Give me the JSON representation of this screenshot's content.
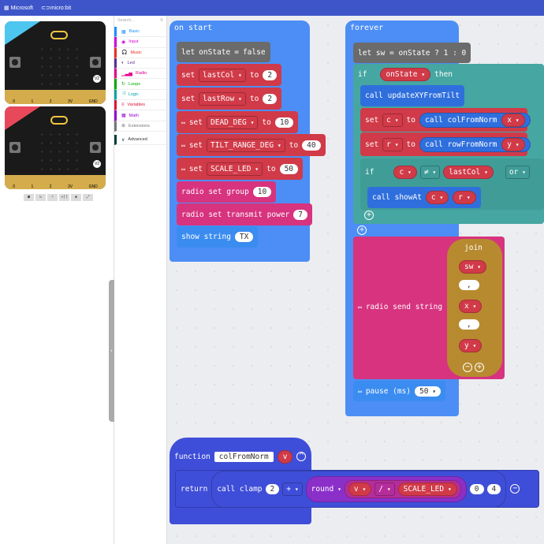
{
  "header": {
    "brand": "Microsoft",
    "product": "micro:bit"
  },
  "simulator": {
    "pins": [
      "0",
      "1",
      "2",
      "3V",
      "GND"
    ],
    "badge": "V2",
    "controls": [
      "■",
      "↻",
      "☼",
      "◂))",
      "◉",
      "⤢"
    ]
  },
  "toolbox": {
    "search_placeholder": "Search...",
    "categories": [
      {
        "label": "Basic",
        "color": "#1e90ff",
        "icon": "▦"
      },
      {
        "label": "Input",
        "color": "#d400d4",
        "icon": "◉"
      },
      {
        "label": "Music",
        "color": "#e63022",
        "icon": "🎧"
      },
      {
        "label": "Led",
        "color": "#5c2d91",
        "icon": "◐"
      },
      {
        "label": "Radio",
        "color": "#e3008c",
        "icon": "▁▃▅"
      },
      {
        "label": "Loops",
        "color": "#00aa00",
        "icon": "↻"
      },
      {
        "label": "Logic",
        "color": "#00a4a6",
        "icon": "⤨"
      },
      {
        "label": "Variables",
        "color": "#dc143c",
        "icon": "≡"
      },
      {
        "label": "Math",
        "color": "#9400d3",
        "icon": "▦"
      },
      {
        "label": "Extensions",
        "color": "#777777",
        "icon": "⊕"
      },
      {
        "label": "Advanced",
        "color": "#0b3d3d",
        "icon": "∨"
      }
    ]
  },
  "on_start": {
    "title": "on start",
    "let": {
      "kw": "let",
      "name": "onState",
      "eq": "=",
      "val": "false"
    },
    "sets": [
      {
        "var": "lastCol",
        "val": "2"
      },
      {
        "var": "lastRow",
        "val": "2"
      },
      {
        "var": "DEAD_DEG",
        "val": "10"
      },
      {
        "var": "TILT_RANGE_DEG",
        "val": "40"
      },
      {
        "var": "SCALE_LED",
        "val": "50"
      }
    ],
    "set_kw": "set",
    "to_kw": "to",
    "radio_group": {
      "label": "radio set group",
      "val": "10"
    },
    "radio_power": {
      "label": "radio set transmit power",
      "val": "7"
    },
    "show": {
      "label": "show string",
      "val": "TX"
    }
  },
  "forever": {
    "title": "forever",
    "let": "let sw = onState ? 1 : 0",
    "if_kw": "if",
    "then_kw": "then",
    "cond": "onState",
    "call1": "call updateXYFromTilt",
    "set_c": {
      "var": "c",
      "fn": "call colFromNorm",
      "arg": "x"
    },
    "set_r": {
      "var": "r",
      "fn": "call rowFromNorm",
      "arg": "y"
    },
    "if2": {
      "a": "c",
      "op": "≠",
      "b": "lastCol",
      "or": "or"
    },
    "show_at": {
      "label": "call showAt",
      "a": "c",
      "b": "r"
    },
    "radio_send": "radio send string",
    "join": "join",
    "join_items": [
      "sw",
      ",",
      "x",
      ",",
      "y"
    ],
    "pause": {
      "label": "pause (ms)",
      "val": "50"
    }
  },
  "function": {
    "kw": "function",
    "name": "colFromNorm",
    "param": "v",
    "return_kw": "return",
    "call": "call clamp",
    "a": "2",
    "op1": "+",
    "round": "round",
    "v": "v",
    "op2": "/",
    "scale": "SCALE_LED",
    "min": "0",
    "max": "4"
  }
}
